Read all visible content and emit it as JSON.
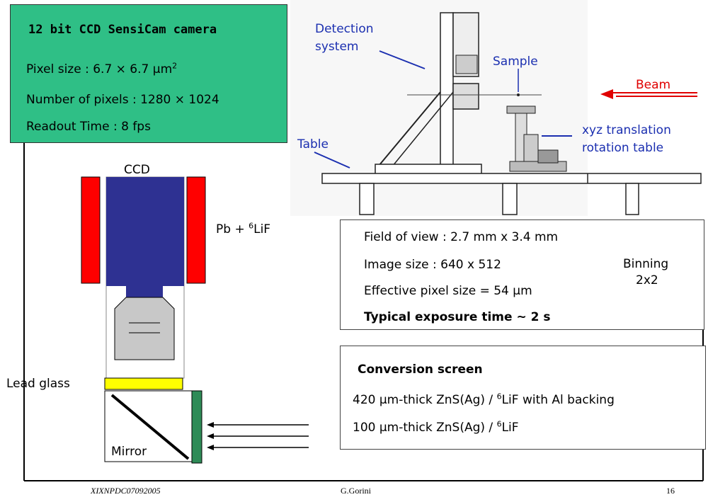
{
  "camera": {
    "title": "12 bit CCD SensiCam camera",
    "pixel_size_prefix": "Pixel size : 6.7 × 6.7 μm",
    "pixel_size_exp": "2",
    "num_pixels": "Number of pixels : 1280 × 1024",
    "readout": "Readout Time : 8 fps"
  },
  "photo_labels": {
    "detection": "Detection",
    "system": "system",
    "sample": "Sample",
    "beam": "Beam",
    "xyz_1": "xyz translation",
    "xyz_2": "rotation table",
    "table": "Table"
  },
  "schematic": {
    "ccd": "CCD",
    "pb_prefix": "Pb + ",
    "pb_sup": "6",
    "pb_suffix": "LiF",
    "lead_glass": "Lead glass",
    "mirror": "Mirror"
  },
  "fov": {
    "field_of_view": "Field of view : 2.7 mm x 3.4 mm",
    "image_size": "Image size : 640 x 512",
    "effective_pixel": "Effective pixel size = 54 μm",
    "exposure": "Typical exposure time ~ 2 s",
    "binning_1": "Binning",
    "binning_2": "2x2"
  },
  "conversion": {
    "title": "Conversion screen",
    "line1_prefix": "420 μm-thick ZnS(Ag) / ",
    "line1_sup": "6",
    "line1_suffix": "LiF with Al backing",
    "line2_prefix": "100 μm-thick ZnS(Ag) / ",
    "line2_sup": "6",
    "line2_suffix": "LiF"
  },
  "footer": {
    "left": "XIXNPDC07092005",
    "center": "G.Gorini",
    "right": "16"
  },
  "colors": {
    "camera_box": "#2fbf86",
    "ccd_body": "#2e3192",
    "shield_red": "#ff0000",
    "lead_glass": "#ffff00",
    "screen_green": "#2e8b57",
    "label_blue": "#1b2fb0"
  }
}
